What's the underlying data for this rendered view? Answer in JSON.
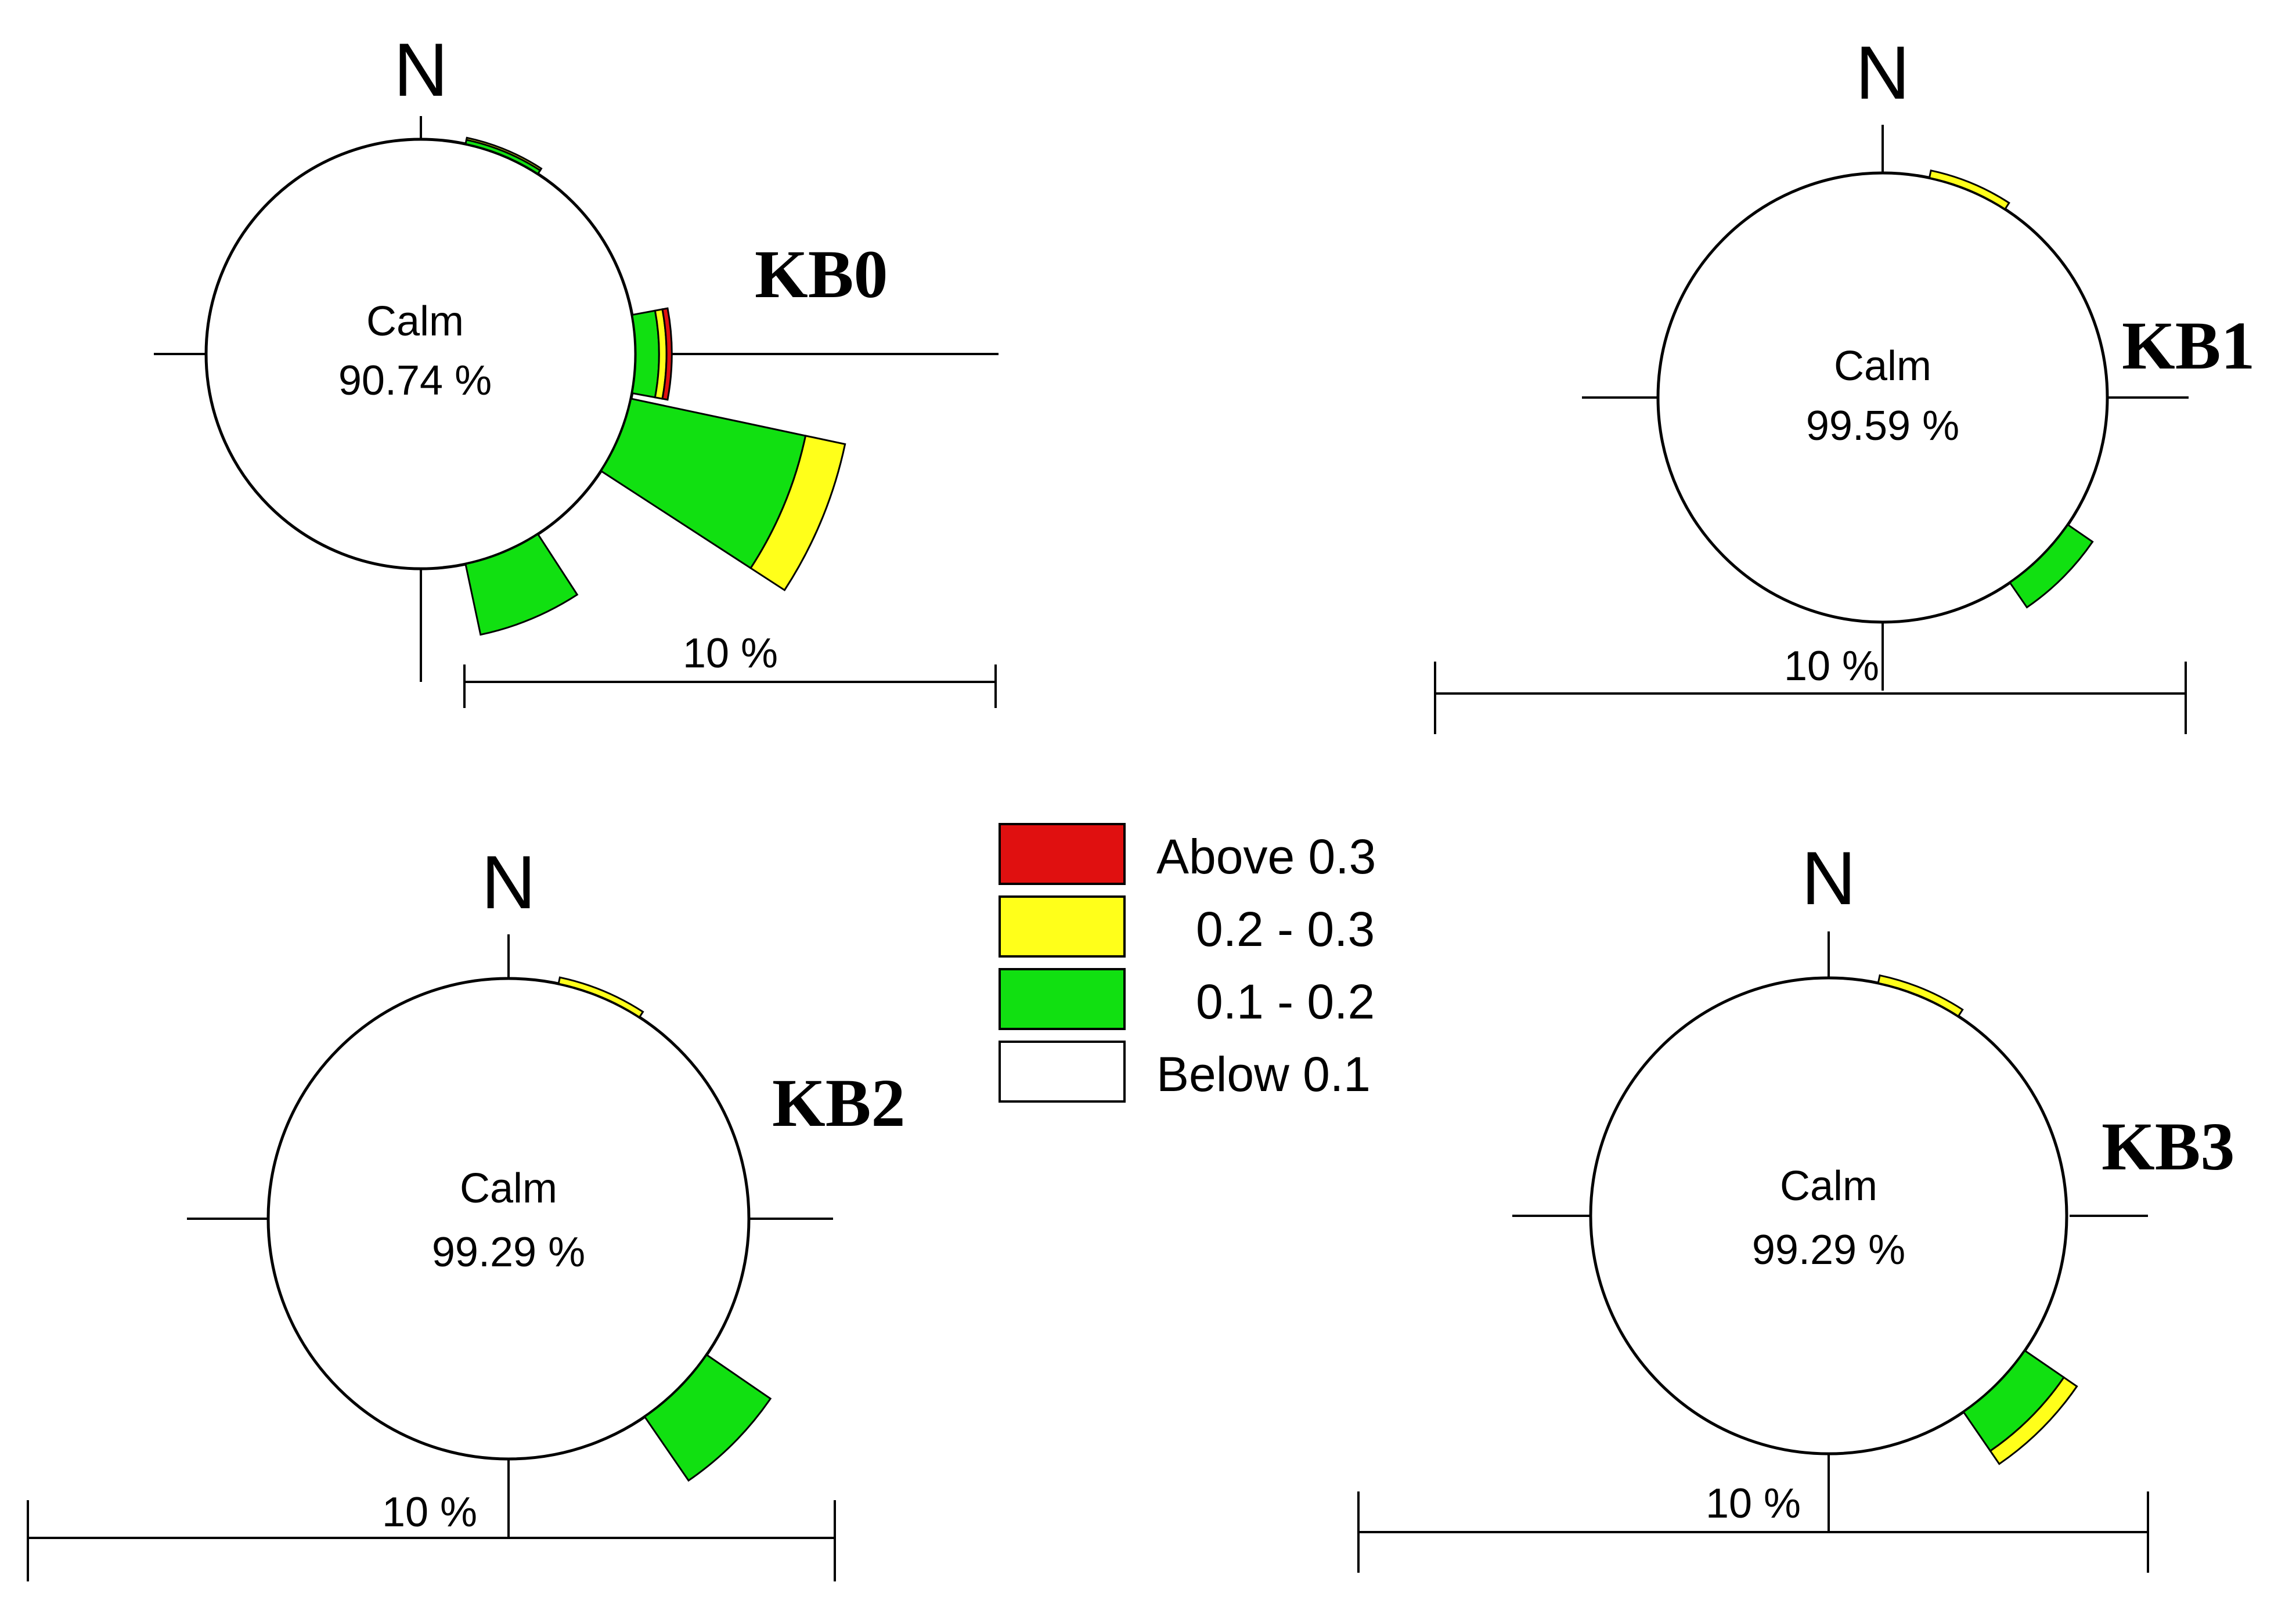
{
  "legend": [
    {
      "label": "Above 0.3",
      "color": "#e01010"
    },
    {
      "label": "0.2 - 0.3",
      "color": "#ffff1a"
    },
    {
      "label": "0.1 - 0.2",
      "color": "#11e011"
    },
    {
      "label": "Below 0.1",
      "color": "#ffffff"
    }
  ],
  "chart_data": [
    {
      "type": "windrose",
      "station": "KB0",
      "north_label": "N",
      "calm_label": "Calm",
      "calm_value": "90.74 %",
      "scale_label": "10 %",
      "petals": [
        {
          "direction_deg": 22.5,
          "bins": [
            0.2,
            0.1,
            0.0
          ]
        },
        {
          "direction_deg": 90,
          "bins": [
            1.1,
            0.35,
            0.25
          ]
        },
        {
          "direction_deg": 112.5,
          "bins": [
            8.4,
            1.9,
            0.0
          ]
        },
        {
          "direction_deg": 157.5,
          "bins": [
            3.4,
            0.0,
            0.0
          ]
        }
      ]
    },
    {
      "type": "windrose",
      "station": "KB1",
      "north_label": "N",
      "calm_label": "Calm",
      "calm_value": "99.59 %",
      "scale_label": "10 %",
      "petals": [
        {
          "direction_deg": 22.5,
          "bins": [
            0.0,
            0.25,
            0.0
          ]
        },
        {
          "direction_deg": 135,
          "bins": [
            1.0,
            0.0,
            0.0
          ]
        }
      ]
    },
    {
      "type": "windrose",
      "station": "KB2",
      "north_label": "N",
      "calm_label": "Calm",
      "calm_value": "99.29 %",
      "scale_label": "10 %",
      "petals": [
        {
          "direction_deg": 22.5,
          "bins": [
            0.0,
            0.2,
            0.0
          ]
        },
        {
          "direction_deg": 135,
          "bins": [
            2.4,
            0.0,
            0.0
          ]
        }
      ]
    },
    {
      "type": "windrose",
      "station": "KB3",
      "north_label": "N",
      "calm_label": "Calm",
      "calm_value": "99.29 %",
      "scale_label": "10 %",
      "petals": [
        {
          "direction_deg": 22.5,
          "bins": [
            0.0,
            0.25,
            0.0
          ]
        },
        {
          "direction_deg": 135,
          "bins": [
            1.5,
            0.5,
            0.0
          ]
        }
      ]
    }
  ]
}
